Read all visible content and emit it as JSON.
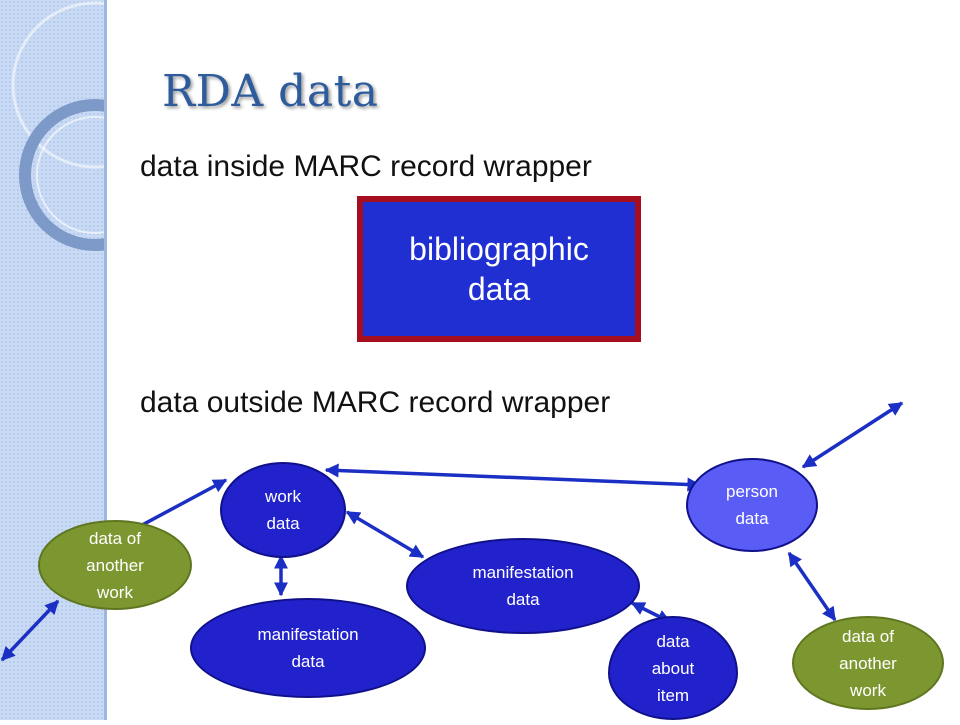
{
  "title": "RDA data",
  "inside_heading": "data inside MARC record wrapper",
  "bibliographic_box": {
    "line1": "bibliographic",
    "line2": "data"
  },
  "outside_heading": "data outside MARC record wrapper",
  "nodes": {
    "work": {
      "line1": "work",
      "line2": "data"
    },
    "person": {
      "line1": "person",
      "line2": "data"
    },
    "another_work_left": {
      "line1": "data of",
      "line2": "another",
      "line3": "work"
    },
    "another_work_right": {
      "line1": "data of",
      "line2": "another",
      "line3": "work"
    },
    "manifestation_center": {
      "line1": "manifestation",
      "line2": "data"
    },
    "manifestation_bottom": {
      "line1": "manifestation",
      "line2": "data"
    },
    "item": {
      "line1": "data",
      "line2": "about",
      "line3": "item"
    }
  },
  "colors": {
    "title": "#2d5b9c",
    "box_fill": "#1f2fd1",
    "box_border": "#a50e1e",
    "node_blue": "#2222cc",
    "node_lavender": "#5a5cf6",
    "node_green": "#7d9730",
    "arrow": "#1b2fc4"
  }
}
